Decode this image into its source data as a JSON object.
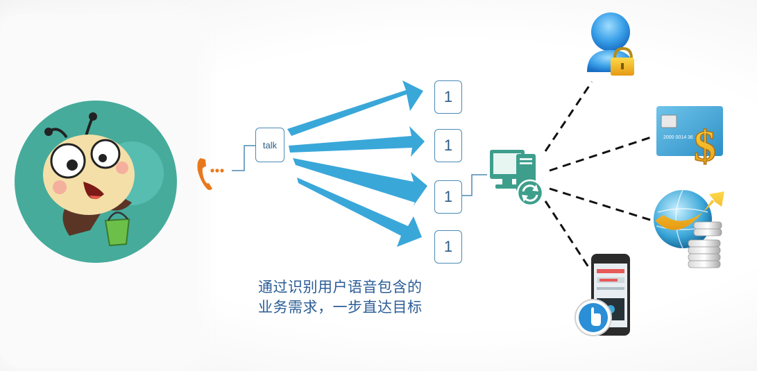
{
  "talk_node": {
    "label": "talk"
  },
  "targets": [
    {
      "label": "1"
    },
    {
      "label": "1"
    },
    {
      "label": "1"
    },
    {
      "label": "1"
    }
  ],
  "caption": {
    "line1": "通过识别用户语音包含的",
    "line2": "业务需求，一步直达目标"
  },
  "services": [
    {
      "icon": "user-lock-icon"
    },
    {
      "icon": "credit-card-dollar-icon"
    },
    {
      "icon": "globe-coins-icon"
    },
    {
      "icon": "mobile-touch-icon"
    }
  ],
  "card": {
    "number": "2000 0014 36"
  },
  "colors": {
    "accent": "#3aa7d9",
    "teal": "#3e9e8c",
    "box_border": "#4a8ab4",
    "caption": "#2b5d95",
    "phone_orange": "#e8781c"
  }
}
